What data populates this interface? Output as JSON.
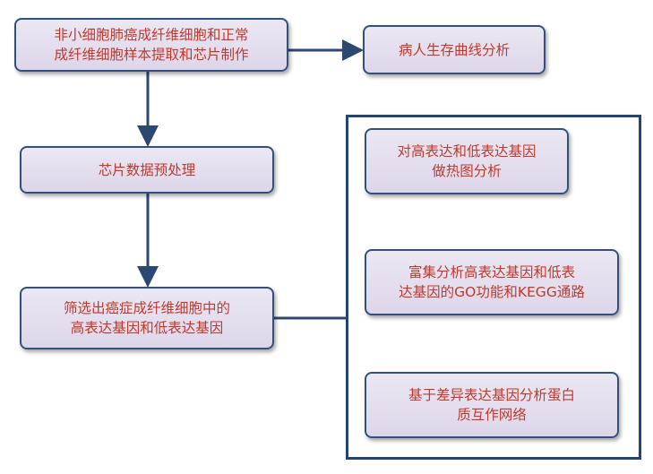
{
  "nodes": {
    "sample_extraction": {
      "line1": "非小细胞肺癌成纤维细胞和正常",
      "line2": "成纤维细胞样本提取和芯片制作"
    },
    "survival_curve": {
      "line1": "病人生存曲线分析"
    },
    "preprocessing": {
      "line1": "芯片数据预处理"
    },
    "gene_screening": {
      "line1": "筛选出癌症成纤维细胞中的",
      "line2": "高表达基因和低表达基因"
    },
    "heatmap": {
      "line1": "对高表达和低表达基因",
      "line2": "做热图分析"
    },
    "enrichment": {
      "line1": "富集分析高表达基因和低表",
      "line2": "达基因的GO功能和KEGG通路"
    },
    "ppi_network": {
      "line1": "基于差异表达基因分析蛋白",
      "line2": "质互作网络"
    }
  },
  "colors": {
    "box_fill": "#e4dfee",
    "box_border": "#33507d",
    "text": "#c0392b",
    "connector": "#2c4770"
  }
}
